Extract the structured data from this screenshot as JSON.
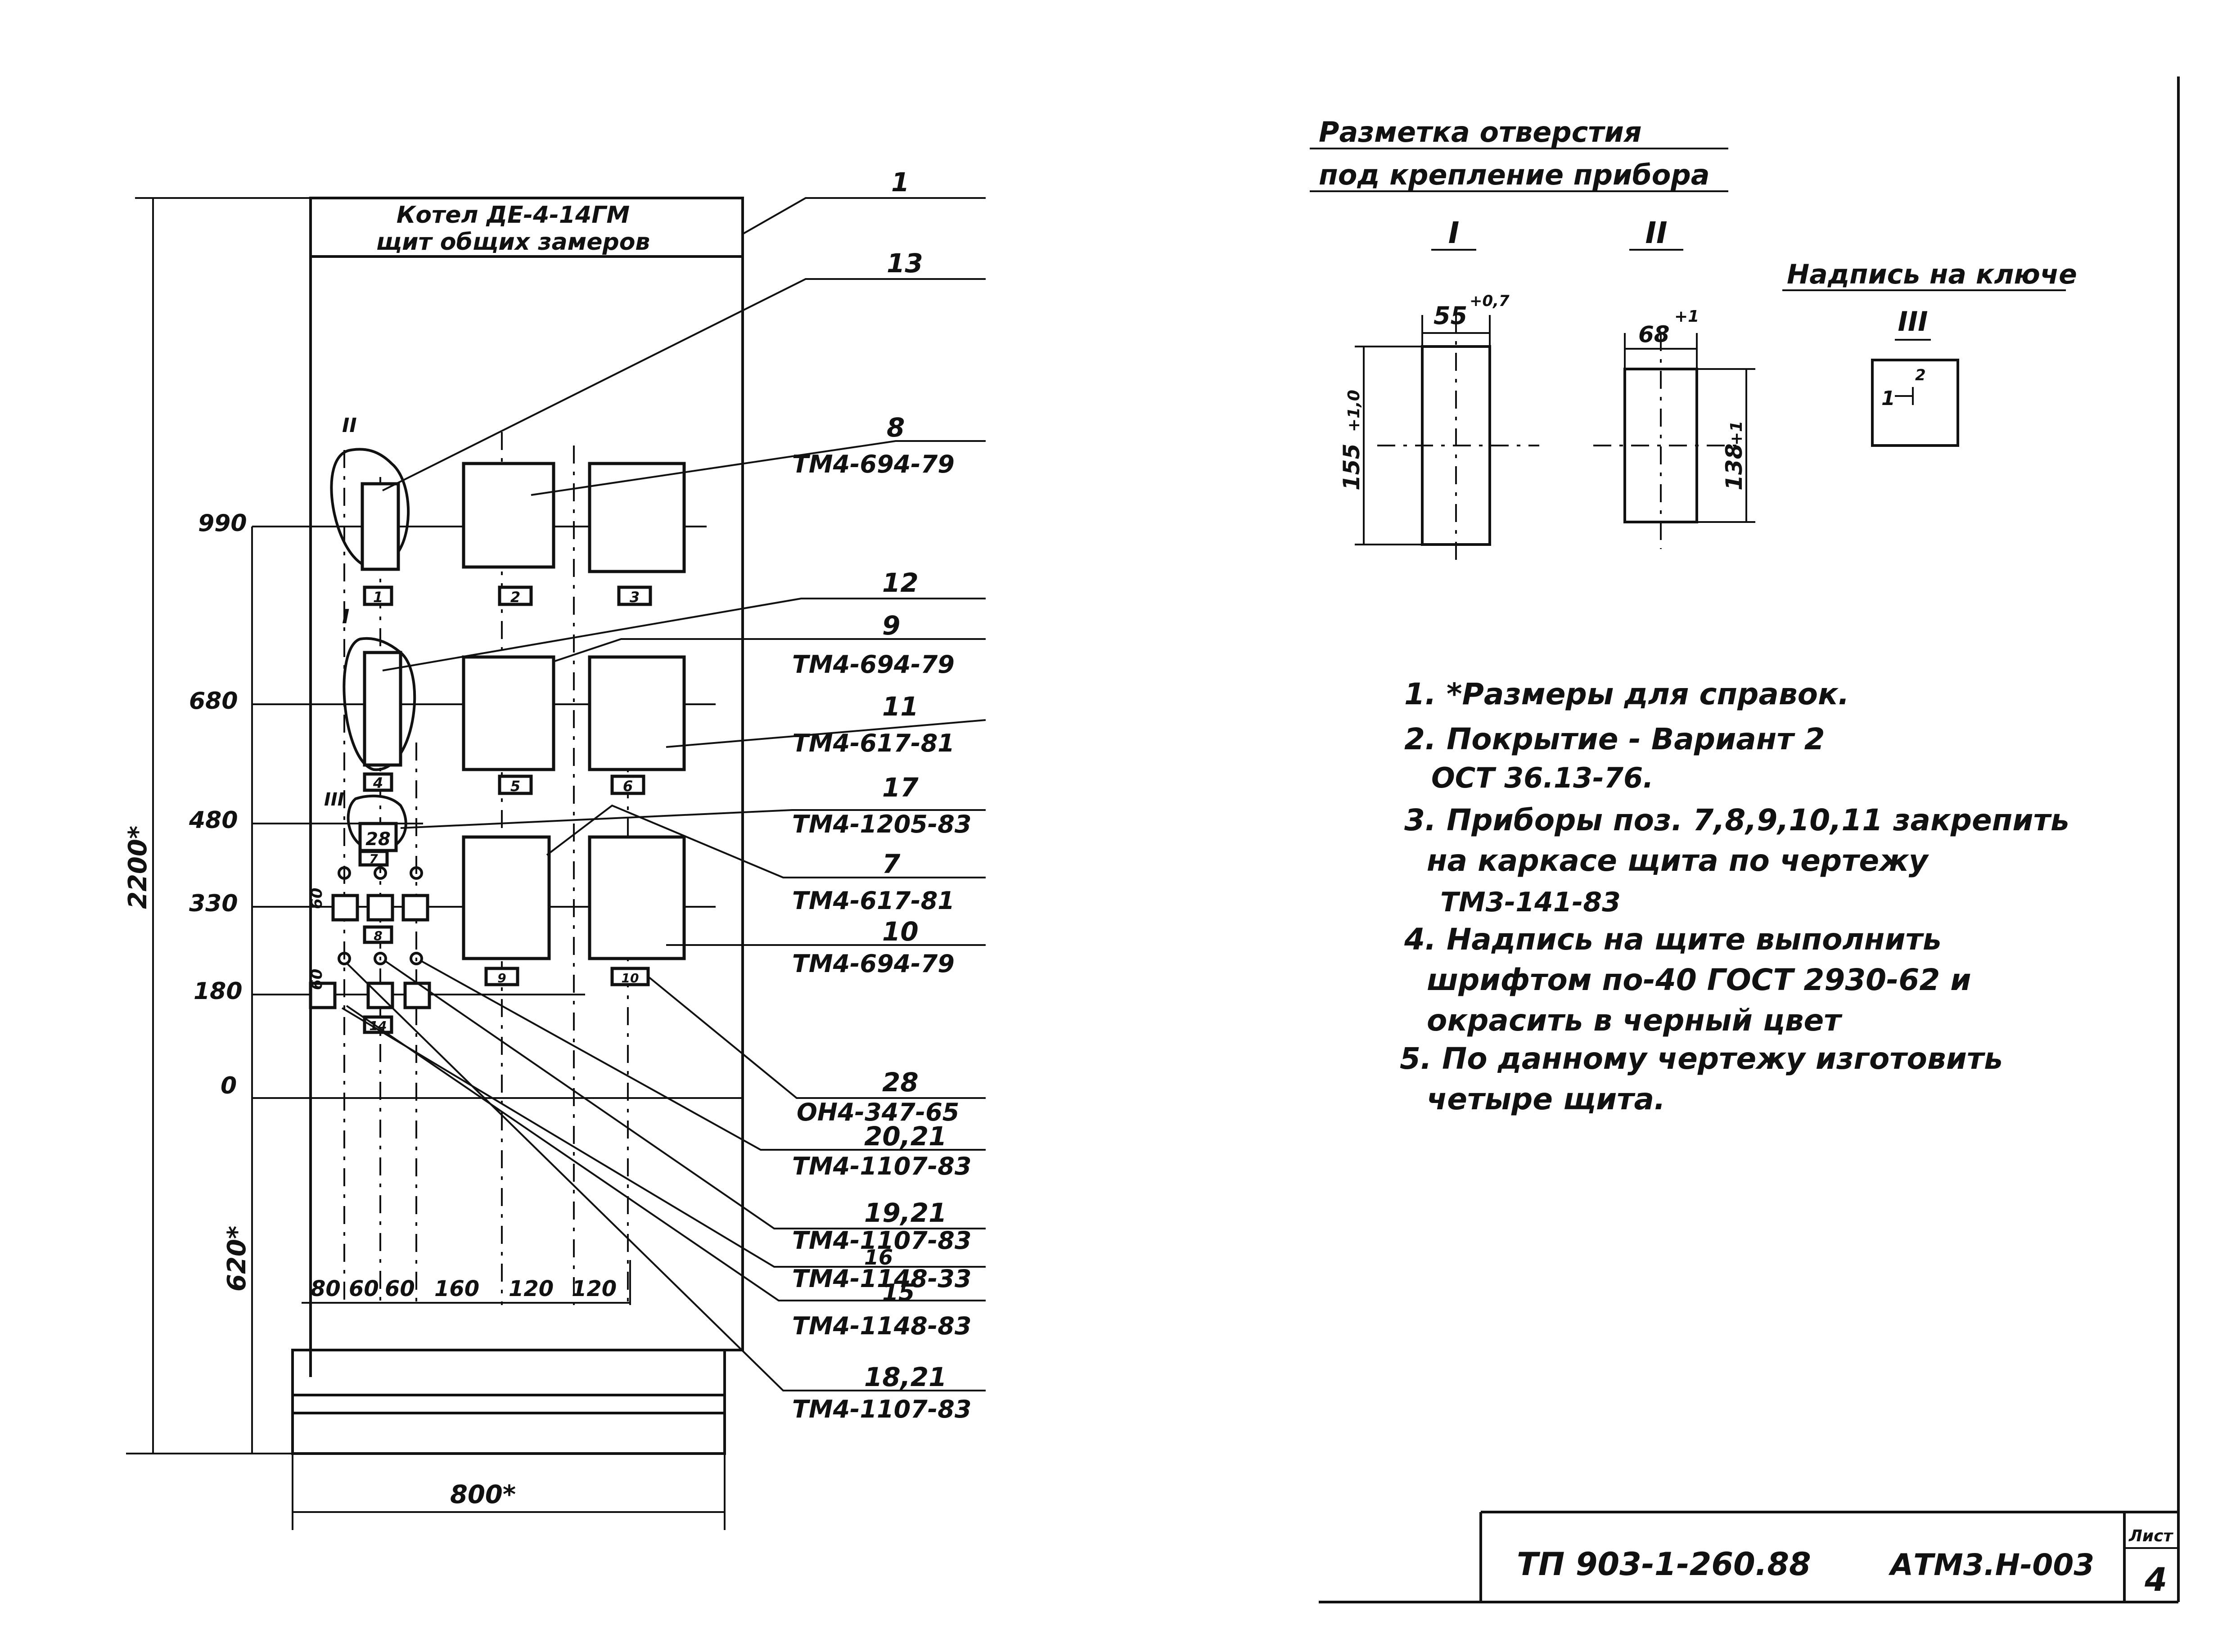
{
  "panel": {
    "title_line1": "Котел ДЕ-4-14ГМ",
    "title_line2": "щит общих замеров",
    "overall_height": "2200*",
    "overall_width": "800*",
    "lower_height": "620*",
    "level_labels": [
      "990",
      "680",
      "480",
      "330",
      "180",
      "0"
    ],
    "width_dims": [
      "80",
      "60",
      "60",
      "160",
      "120",
      "120"
    ],
    "roman_marks": [
      "II",
      "I",
      "III"
    ],
    "small_dim_labels": [
      "60",
      "60"
    ],
    "plate_numbers": [
      "1",
      "2",
      "3",
      "4",
      "5",
      "6",
      "7",
      "28",
      "8",
      "9",
      "10",
      "14"
    ]
  },
  "callouts": [
    {
      "pos": "1",
      "doc": ""
    },
    {
      "pos": "13",
      "doc": ""
    },
    {
      "pos": "8",
      "doc": "ТМ4-694-79"
    },
    {
      "pos": "12",
      "doc": ""
    },
    {
      "pos": "9",
      "doc": "ТМ4-694-79"
    },
    {
      "pos": "11",
      "doc": "ТМ4-617-81"
    },
    {
      "pos": "17",
      "doc": "ТМ4-1205-83"
    },
    {
      "pos": "7",
      "doc": "ТМ4-617-81"
    },
    {
      "pos": "10",
      "doc": "ТМ4-694-79"
    },
    {
      "pos": "28",
      "doc": "ОН4-347-65"
    },
    {
      "pos": "20,21",
      "doc": "ТМ4-1107-83"
    },
    {
      "pos": "19,21",
      "doc": "ТМ4-1107-83"
    },
    {
      "pos": "16",
      "doc": "ТМ4-1148-33"
    },
    {
      "pos": "15",
      "doc": "ТМ4-1148-83"
    },
    {
      "pos": "18,21",
      "doc": "ТМ4-1107-83"
    }
  ],
  "marking": {
    "title_line1": "Разметка отверстия",
    "title_line2": "под крепление прибора",
    "view1_mark": "I",
    "view1_width": "55",
    "view1_width_tol": "+0,7",
    "view1_height": "155",
    "view1_height_tol": "+1,0",
    "view2_mark": "II",
    "view2_width": "68",
    "view2_width_tol": "+1",
    "view2_height": "138",
    "view2_height_tol": "+1"
  },
  "key_inscription": {
    "title": "Надпись на ключе",
    "mark": "III",
    "left_label": "1",
    "top_label": "2"
  },
  "notes": [
    "1. *Размеры для справок.",
    "2. Покрытие - Вариант 2",
    "ОСТ 36.13-76.",
    "3. Приборы поз. 7,8,9,10,11 закрепить",
    "на каркасе щита по чертежу",
    "ТМ3-141-83",
    "4. Надпись на щите выполнить",
    "шрифтом по-40 ГОСТ 2930-62 и",
    "окрасить в черный цвет",
    "5. По данному чертежу изготовить",
    "четыре щита."
  ],
  "title_block": {
    "doc_number": "ТП 903-1-260.88",
    "code": "АТМ3.Н-003",
    "sheet_label": "Лист",
    "sheet_number": "4"
  }
}
